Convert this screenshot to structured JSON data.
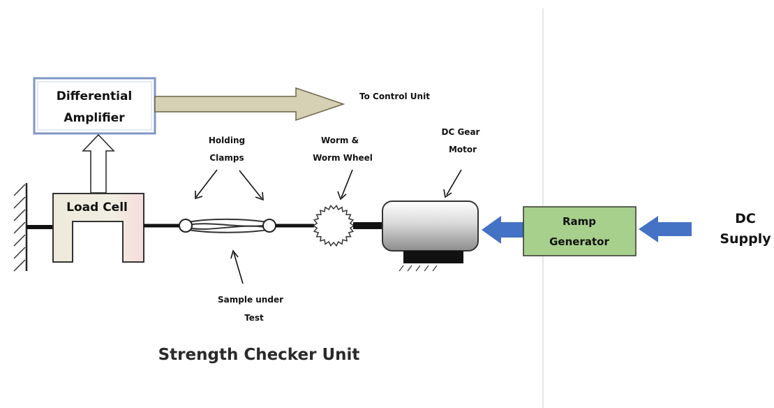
{
  "diagram": {
    "differential_amplifier": [
      "Differential",
      "Amplifier"
    ],
    "to_control_unit": "To Control Unit",
    "holding_clamps": [
      "Holding",
      "Clamps"
    ],
    "worm_wheel": [
      "Worm &",
      "Worm Wheel"
    ],
    "dc_gear_motor": [
      "DC Gear",
      "Motor"
    ],
    "load_cell": "Load Cell",
    "ramp_generator": [
      "Ramp",
      "Generator"
    ],
    "dc_supply": [
      "DC",
      "Supply"
    ],
    "sample_under_test": [
      "Sample under",
      "Test"
    ],
    "caption": "Strength Checker Unit"
  },
  "colors": {
    "amp_border": "#7f97c4",
    "arrow_fill": "#d6d0b4",
    "load_cell_fill": "#f1efe2",
    "ramp_fill": "#a7d08c",
    "blue_arrow": "#4472c4",
    "divider": "#dddddd"
  }
}
